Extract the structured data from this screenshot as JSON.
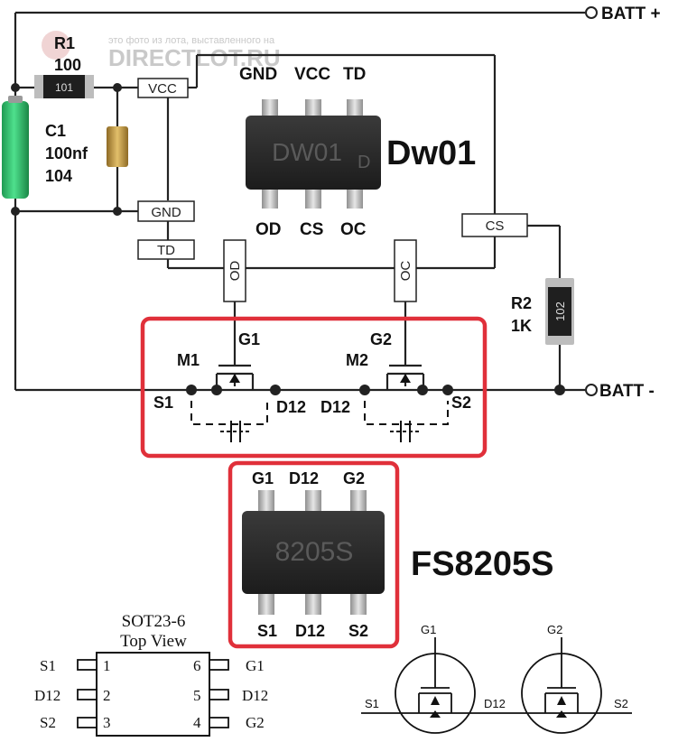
{
  "watermark": {
    "caption": "это фото из лота, выставленного на",
    "site": "DIRECTLOT.RU"
  },
  "terminals": {
    "batt_plus": "BATT +",
    "batt_minus": "BATT -"
  },
  "components": {
    "r1": {
      "ref": "R1",
      "value": "100",
      "marking": "101"
    },
    "c1": {
      "ref": "C1",
      "value": "100nf",
      "code": "104"
    },
    "r2": {
      "ref": "R2",
      "value": "1K",
      "marking": "102"
    }
  },
  "dw01": {
    "name": "Dw01",
    "chip_marking": "DW01",
    "chip_marking_suffix": "D",
    "top_pins": [
      "GND",
      "VCC",
      "TD"
    ],
    "bottom_pins": [
      "OD",
      "CS",
      "OC"
    ],
    "pin_boxes": {
      "vcc": "VCC",
      "gnd": "GND",
      "td": "TD",
      "cs": "CS",
      "od": "OD",
      "oc": "OC"
    }
  },
  "mosfet_schematic": {
    "m1": "M1",
    "m2": "M2",
    "g1": "G1",
    "g2": "G2",
    "s1": "S1",
    "s2": "S2",
    "d12_left": "D12",
    "d12_right": "D12"
  },
  "fs8205": {
    "name": "FS8205S",
    "chip_marking": "8205S",
    "top_pins": [
      "G1",
      "D12",
      "G2"
    ],
    "bottom_pins": [
      "S1",
      "D12",
      "S2"
    ]
  },
  "sot23": {
    "title": "SOT23-6",
    "subtitle": "Top View",
    "left_pins": [
      {
        "name": "S1",
        "num": "1"
      },
      {
        "name": "D12",
        "num": "2"
      },
      {
        "name": "S2",
        "num": "3"
      }
    ],
    "right_pins": [
      {
        "name": "G1",
        "num": "6"
      },
      {
        "name": "D12",
        "num": "5"
      },
      {
        "name": "G2",
        "num": "4"
      }
    ]
  },
  "equivalent_circuit": {
    "g1": "G1",
    "g2": "G2",
    "s1": "S1",
    "d12": "D12",
    "s2": "S2"
  },
  "colors": {
    "highlight_red": "#e0303a",
    "battery_green": "#2fbf6a",
    "chip_body": "#2a2a2a",
    "lead_silver": "#b9b9b9",
    "capacitor": "#c9a24a"
  }
}
